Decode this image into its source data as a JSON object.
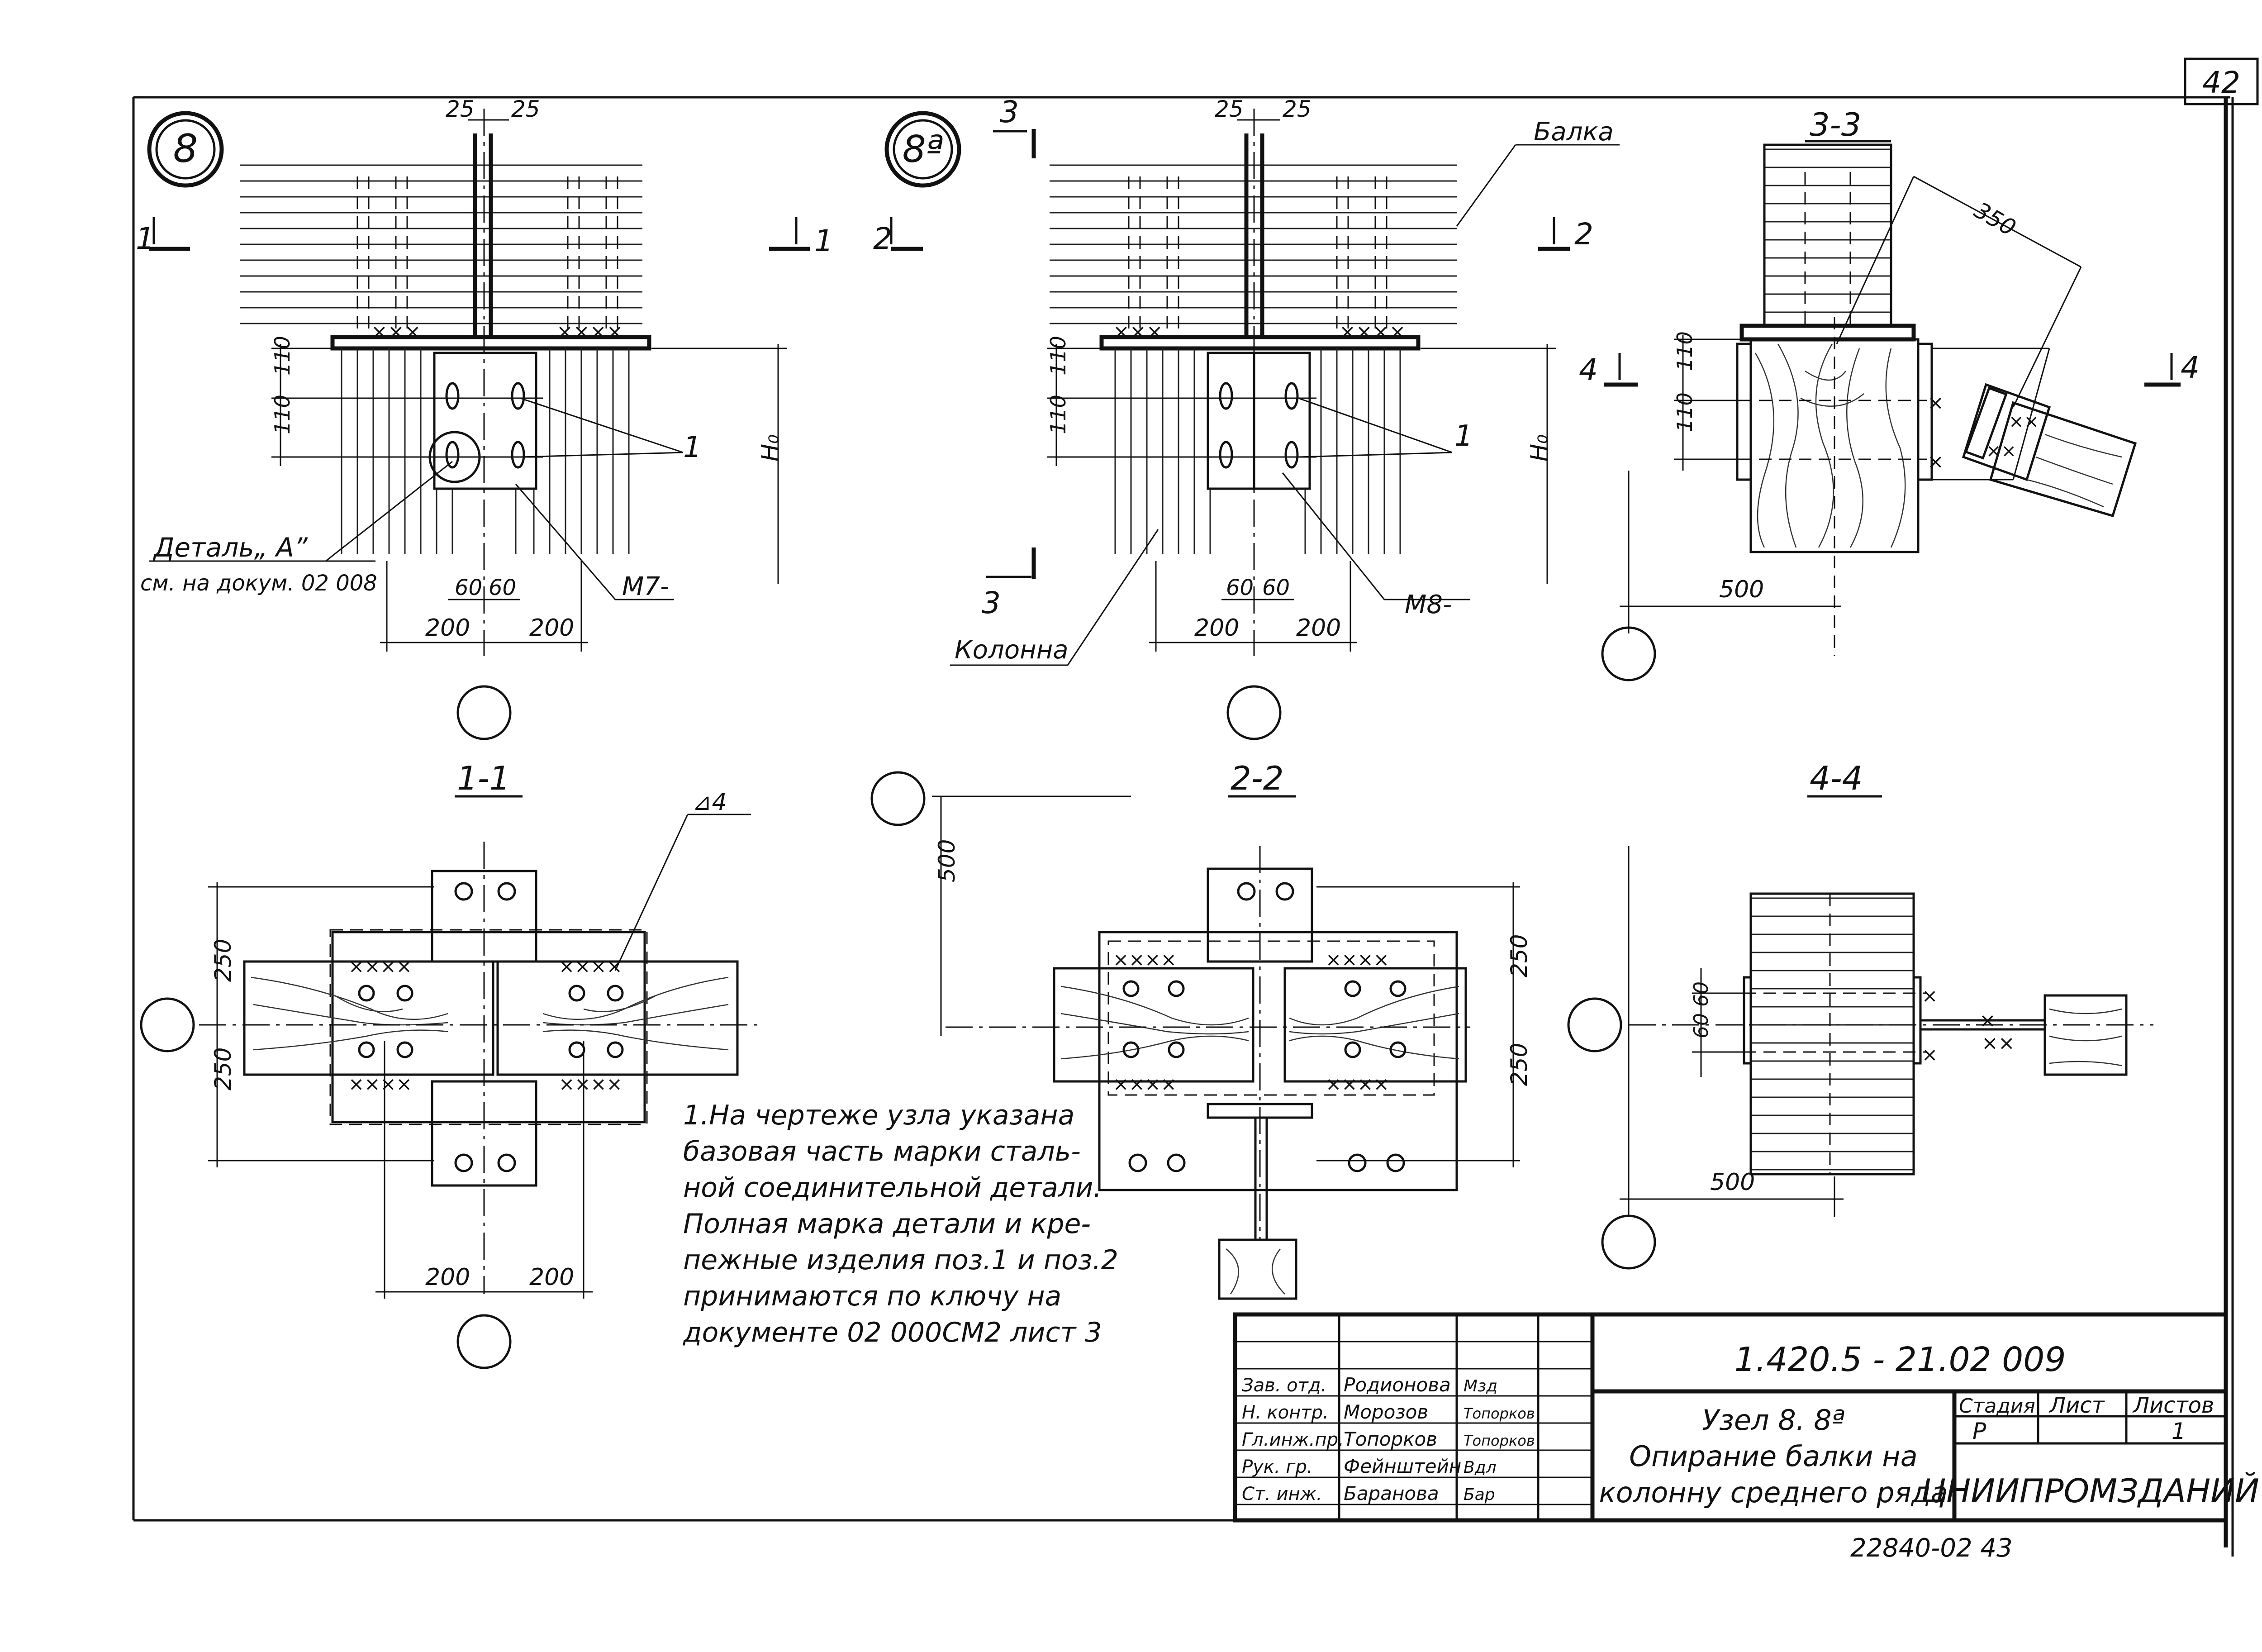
{
  "sheet": {
    "number": "42",
    "stamp": "22840-02  43"
  },
  "views": {
    "node8": {
      "marker": "8",
      "dim_top": [
        "25",
        "25"
      ],
      "dim_vert": [
        "110",
        "110"
      ],
      "height_label": "H₀",
      "dim_bottom_small": [
        "60",
        "60"
      ],
      "dim_bottom": [
        "200",
        "200"
      ],
      "leader_1": "1",
      "leader_m": "М7-",
      "detail_callout": "Деталь„ А”",
      "detail_ref": "см. на докум. 02 008",
      "section_cut": "1"
    },
    "node8a": {
      "marker": "8ª",
      "dim_top": [
        "25",
        "25"
      ],
      "dim_vert": [
        "110",
        "110"
      ],
      "height_label": "H₀",
      "dim_bottom_small": [
        "60",
        "60"
      ],
      "dim_bottom": [
        "200",
        "200"
      ],
      "leader_1": "1",
      "leader_m": "М8-",
      "label_beam": "Балка",
      "label_column": "Колонна",
      "section_cut": "2",
      "section_cut_3": "3"
    },
    "section_3_3": {
      "title": "3-3",
      "dim_diag": "350",
      "dim_vert": [
        "110",
        "110"
      ],
      "dim_bottom": "500",
      "section_cut": "4"
    },
    "section_1_1": {
      "title": "1-1",
      "dim_vert": [
        "250",
        "250"
      ],
      "dim_bottom": [
        "200",
        "200"
      ],
      "weld": "⊿4"
    },
    "section_2_2": {
      "title": "2-2",
      "dim_left": "500",
      "dim_vert": [
        "250",
        "250"
      ]
    },
    "section_4_4": {
      "title": "4-4",
      "dim_vert": [
        "60",
        "60"
      ],
      "dim_bottom": "500"
    }
  },
  "notes": [
    "1.На чертеже узла указана",
    "базовая часть марки сталь-",
    "ной соединительной детали.",
    "Полная марка детали и кре-",
    "пежные  изделия поз.1 и поз.2",
    "принимаются  по ключу на",
    "документе  02 000СМ2  лист 3"
  ],
  "title_block": {
    "doc_code": "1.420.5 - 21.02 009",
    "title_lines": [
      "Узел 8. 8ª",
      "Опирание балки на",
      "колонну среднего ряда"
    ],
    "stage_header": "Стадия",
    "sheet_header": "Лист",
    "sheets_header": "Листов",
    "stage": "Р",
    "sheets_total": "1",
    "organization": "ЦНИИПРОМЗДАНИЙ",
    "signatures": [
      {
        "role": "Зав. отд.",
        "name": "Родионова",
        "sign": "Мзд"
      },
      {
        "role": "Н. контр.",
        "name": "Морозов",
        "sign": "Топорков"
      },
      {
        "role": "Гл.инж.пр.",
        "name": "Топорков",
        "sign": "Топорков"
      },
      {
        "role": "Рук. гр.",
        "name": "Фейнштейн",
        "sign": "Вдл"
      },
      {
        "role": "Ст. инж.",
        "name": "Баранова",
        "sign": "Бар"
      }
    ]
  }
}
